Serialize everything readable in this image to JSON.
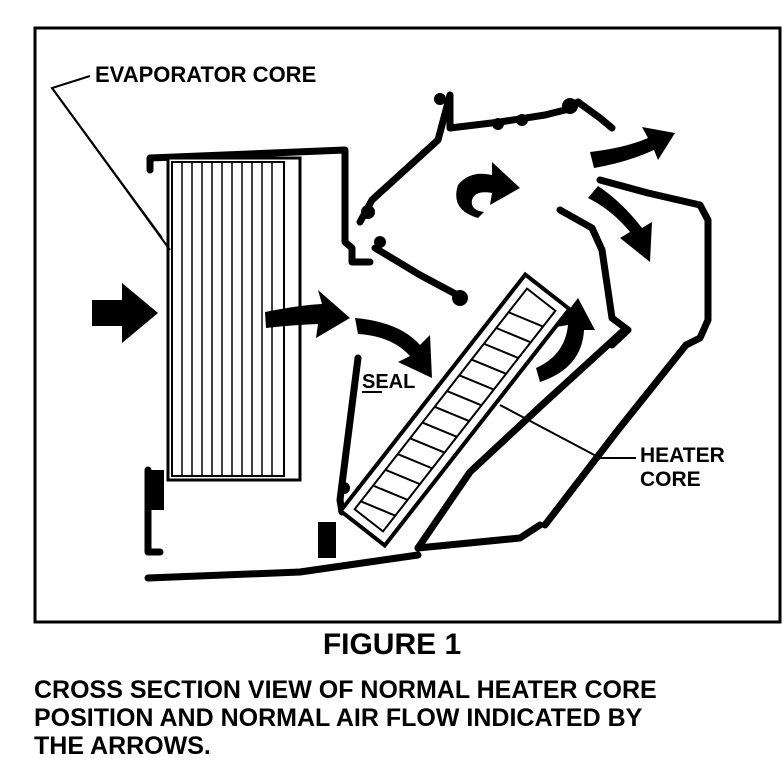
{
  "labels": {
    "evaporator_core": "EVAPORATOR CORE",
    "seal": "SEAL",
    "heater_core_line1": "HEATER",
    "heater_core_line2": "CORE"
  },
  "figure": {
    "title": "FIGURE 1",
    "caption_lines": [
      "CROSS SECTION VIEW OF NORMAL HEATER CORE",
      "POSITION AND NORMAL AIR FLOW INDICATED BY",
      "THE ARROWS."
    ]
  },
  "colors": {
    "ink": "#000000",
    "paper": "#ffffff"
  }
}
